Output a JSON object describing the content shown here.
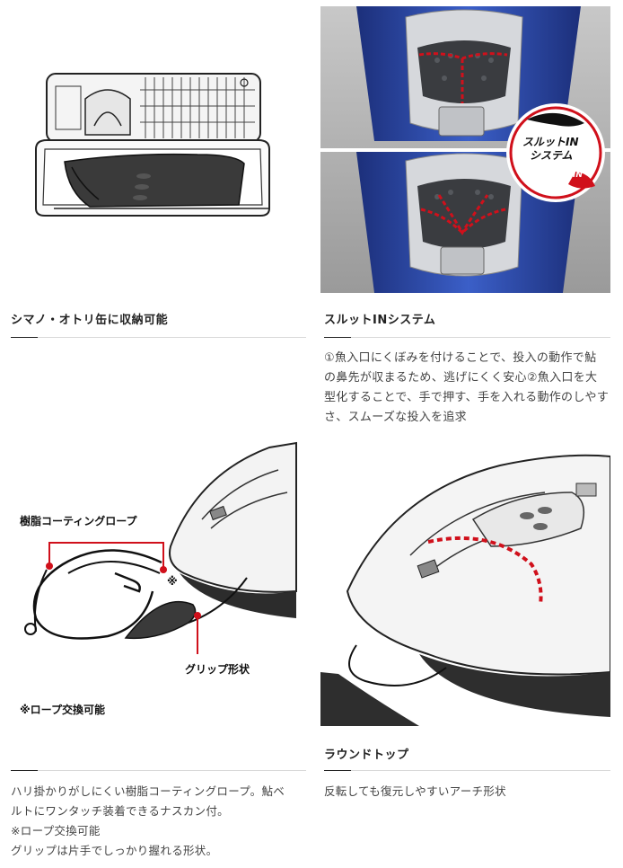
{
  "section1": {
    "title": "シマノ・オトリ缶に収納可能"
  },
  "section2": {
    "title": "スルットINシステム",
    "badge_line1": "スルットIN",
    "badge_line2": "システム",
    "badge_in": "IN",
    "description_lines": [
      "①魚入口にくぼみを付けることで、投入の動作で鮎",
      "の鼻先が収まるため、逃げにくく安心②魚入口を大",
      "型化することで、手で押す、手を入れる動作のしやす",
      "さ、スムーズな投入を追求"
    ]
  },
  "section3": {
    "label_rope": "樹脂コーティングロープ",
    "label_mark": "※",
    "label_grip": "グリップ形状",
    "label_note": "※ロープ交換可能",
    "description_lines": [
      "ハリ掛かりがしにくい樹脂コーティングロープ。鮎ベ",
      "ルトにワンタッチ装着できるナスカン付。",
      "※ロープ交換可能",
      "グリップは片手でしっかり握れる形状。"
    ]
  },
  "section4": {
    "title": "ラウンドトップ",
    "description": "反転しても復元しやすいアーチ形状"
  },
  "colors": {
    "accent_red": "#d0101b",
    "product_blue": "#2f4fb0",
    "product_silver": "#c9ccd2",
    "rule_dark": "#222222",
    "rule_light": "#d9d9d9"
  }
}
